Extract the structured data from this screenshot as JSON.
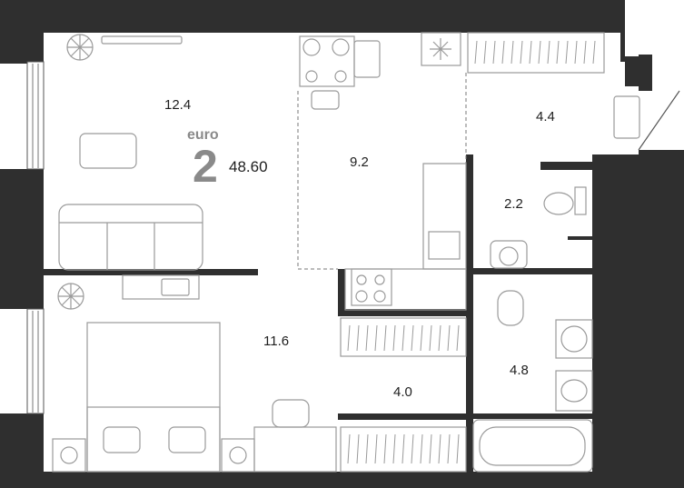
{
  "apartment": {
    "type": "euro",
    "rooms": "2",
    "total_area": "48.60"
  },
  "rooms": {
    "living": "12.4",
    "kitchen": "9.2",
    "bedroom": "11.6",
    "hall": "4.0",
    "entrance": "4.4",
    "wc": "2.2",
    "bathroom": "4.8"
  },
  "colors": {
    "wall": "#2f2f2f",
    "line": "#555555",
    "furniture": "#9a9a9a",
    "accent_text": "#8a8a8a"
  }
}
